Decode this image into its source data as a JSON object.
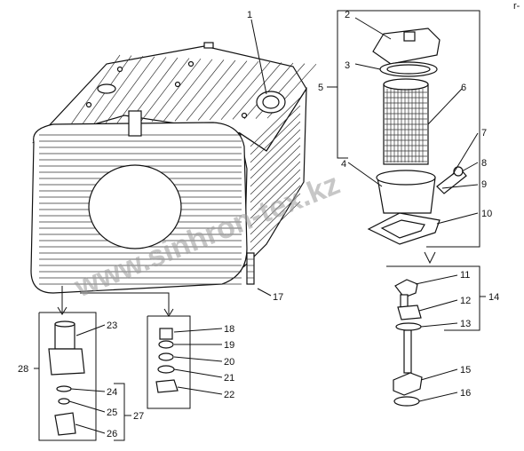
{
  "watermark": "www.sinhron-tex.kz",
  "corner_mark": "r-",
  "callouts": [
    "1",
    "2",
    "3",
    "4",
    "5",
    "6",
    "7",
    "8",
    "9",
    "10",
    "11",
    "12",
    "13",
    "14",
    "15",
    "16",
    "17",
    "18",
    "19",
    "20",
    "21",
    "22",
    "23",
    "24",
    "25",
    "26",
    "27",
    "28"
  ],
  "colors": {
    "ink": "#111111",
    "paper": "#ffffff",
    "watermark": "#9a9a9a"
  }
}
